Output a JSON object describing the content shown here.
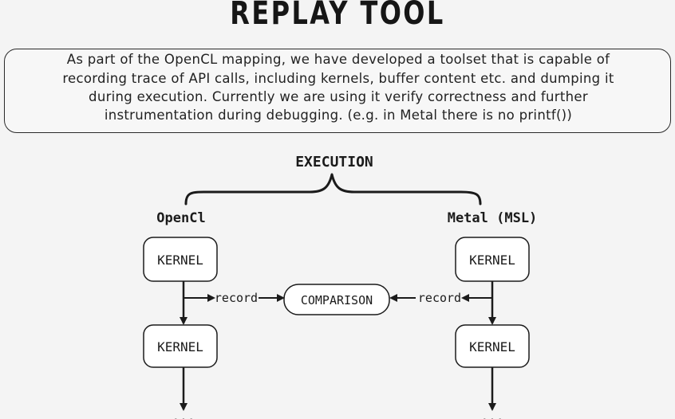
{
  "title": "REPLAY TOOL",
  "description": {
    "lines": [
      "As part of the OpenCL mapping, we have developed a toolset that is capable of",
      "recording trace of API calls, including kernels, buffer content etc. and dumping it",
      "during execution. Currently we are using it verify correctness and further",
      "instrumentation during debugging. (e.g. in Metal there is no printf())"
    ]
  },
  "diagram": {
    "execution_label": "EXECUTION",
    "left_column": {
      "header": "OpenCl",
      "top_box": "KERNEL",
      "bottom_box": "KERNEL",
      "record_label": "record",
      "continuation": "..."
    },
    "right_column": {
      "header": "Metal (MSL)",
      "top_box": "KERNEL",
      "bottom_box": "KERNEL",
      "record_label": "record",
      "continuation": "..."
    },
    "comparison_label": "COMPARISON"
  }
}
